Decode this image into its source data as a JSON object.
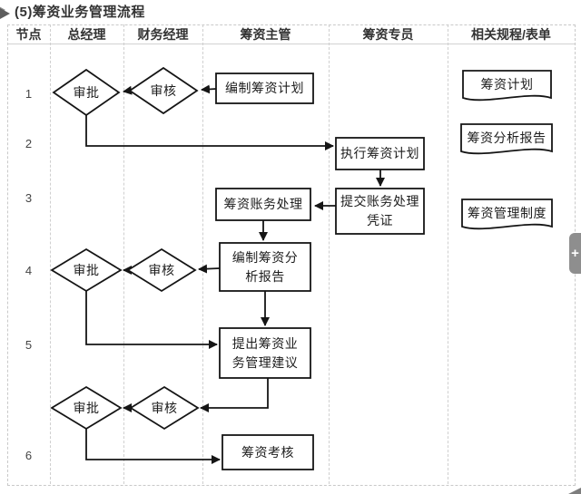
{
  "page": {
    "title": "(5)筹资业务管理流程",
    "floating_button_label": "+"
  },
  "table": {
    "headers": [
      "节点",
      "总经理",
      "财务经理",
      "筹资主管",
      "筹资专员",
      "相关规程/表单"
    ],
    "node_numbers": [
      "1",
      "2",
      "3",
      "4",
      "5",
      "6"
    ]
  },
  "flow": {
    "diamonds": [
      {
        "label": "审批"
      },
      {
        "label": "审核"
      },
      {
        "label": "审批"
      },
      {
        "label": "审核"
      },
      {
        "label": "审批"
      },
      {
        "label": "审核"
      }
    ],
    "boxes": [
      {
        "label": "编制筹资计划"
      },
      {
        "label": "执行筹资计划"
      },
      {
        "label": "提交账务处理\n凭证"
      },
      {
        "label": "筹资账务处理"
      },
      {
        "label": "编制筹资分\n析报告"
      },
      {
        "label": "提出筹资业\n务管理建议"
      },
      {
        "label": "筹资考核"
      }
    ],
    "documents": [
      {
        "label": "筹资计划"
      },
      {
        "label": "筹资分析报告"
      },
      {
        "label": "筹资管理制度"
      }
    ]
  },
  "colors": {
    "line": "#151515",
    "grid": "#cfcfcf",
    "text": "#1d1d1d",
    "button": "#8e8e8e"
  }
}
